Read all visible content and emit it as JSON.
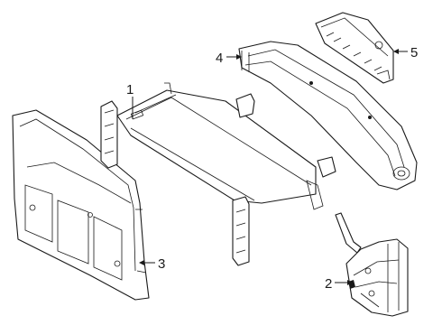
{
  "callouts": [
    {
      "id": "1",
      "label": "1"
    },
    {
      "id": "2",
      "label": "2"
    },
    {
      "id": "3",
      "label": "3"
    },
    {
      "id": "4",
      "label": "4"
    },
    {
      "id": "5",
      "label": "5"
    }
  ],
  "colors": {
    "line": "#1a1a1a",
    "background": "#ffffff"
  }
}
